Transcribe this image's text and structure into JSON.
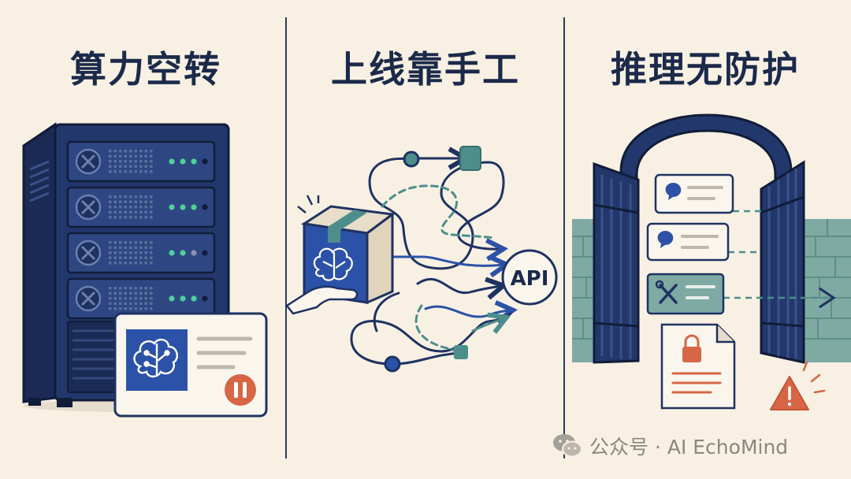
{
  "panels": [
    {
      "title": "算力空转"
    },
    {
      "title": "上线靠手工"
    },
    {
      "title": "推理无防护"
    }
  ],
  "api_label": "API",
  "watermark": {
    "text": "公众号 · AI EchoMind",
    "icon": "wechat-icon"
  },
  "colors": {
    "navy": "#1e3262",
    "blue": "#2c52a8",
    "teal": "#4d8e8c",
    "red": "#d66646",
    "cream": "#f8f0e3"
  }
}
